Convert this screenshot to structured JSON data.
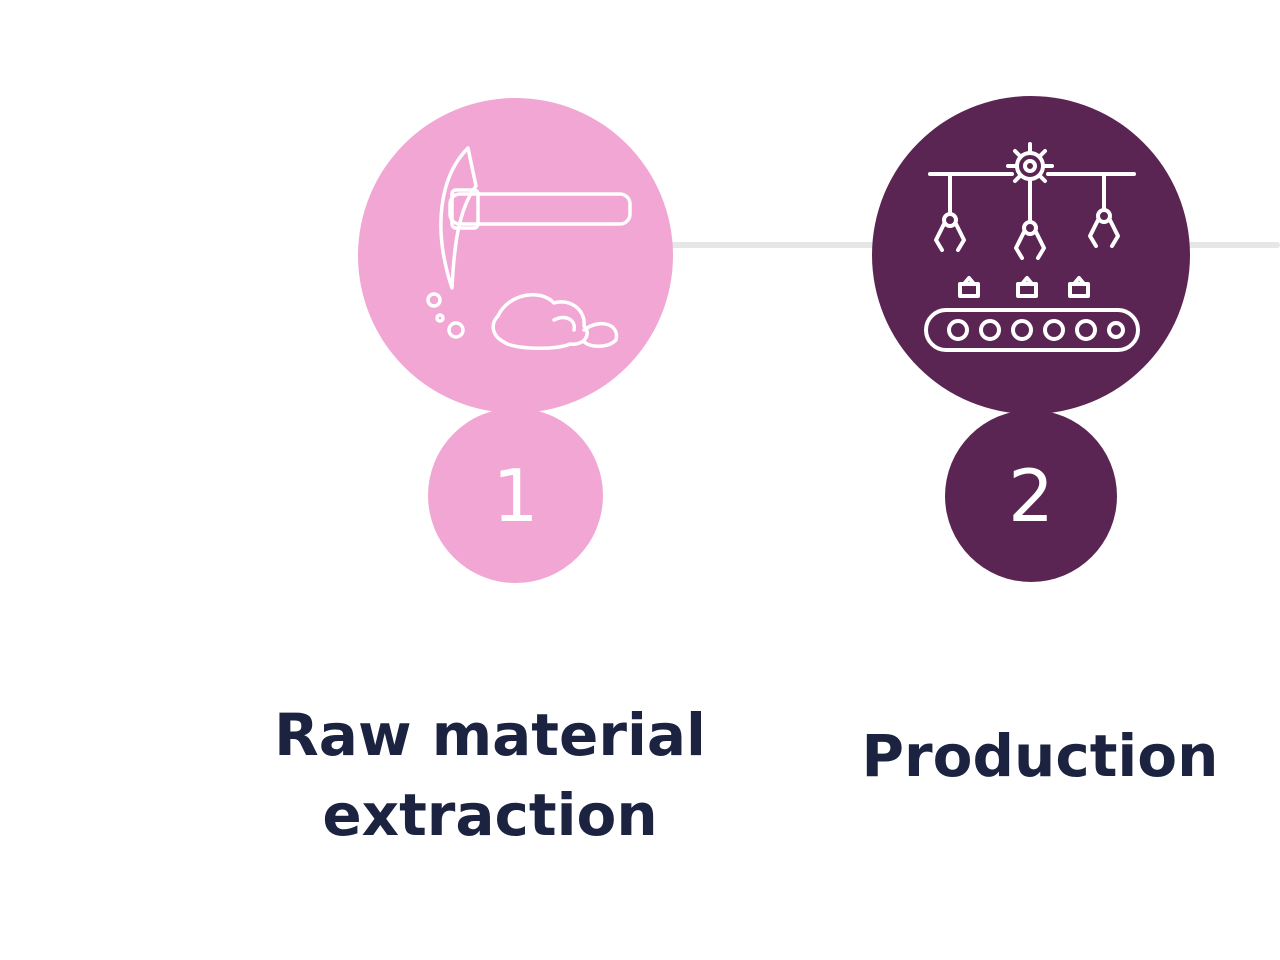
{
  "steps": [
    {
      "number": "1",
      "label_line1": "Raw material",
      "label_line2": "extraction",
      "color": "#f2a6d3",
      "icon": "pickaxe-rocks-icon"
    },
    {
      "number": "2",
      "label_line1": "Production",
      "color": "#5b2553",
      "icon": "factory-assembly-line-icon"
    }
  ],
  "colors": {
    "connector": "#e6e6e6",
    "label_text": "#1b2340",
    "icon_stroke": "#ffffff"
  }
}
